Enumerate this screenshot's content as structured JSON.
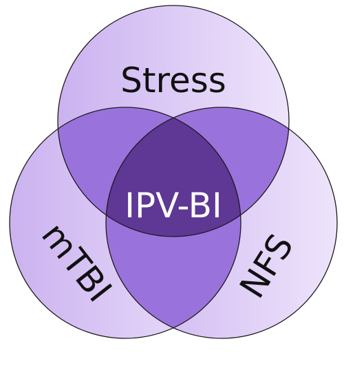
{
  "diagram": {
    "type": "venn-3",
    "sets": {
      "top": {
        "label": "Stress"
      },
      "left": {
        "label": "mTBI"
      },
      "right": {
        "label": "NFS"
      }
    },
    "center_label": "IPV-BI",
    "colors": {
      "single_region": "#d7c3f5",
      "pair_overlap": "#9a72dc",
      "triple_overlap": "#5f3795",
      "outline": "#1a1a1a",
      "center_text": "#ffffff",
      "set_text": "#111111"
    }
  }
}
